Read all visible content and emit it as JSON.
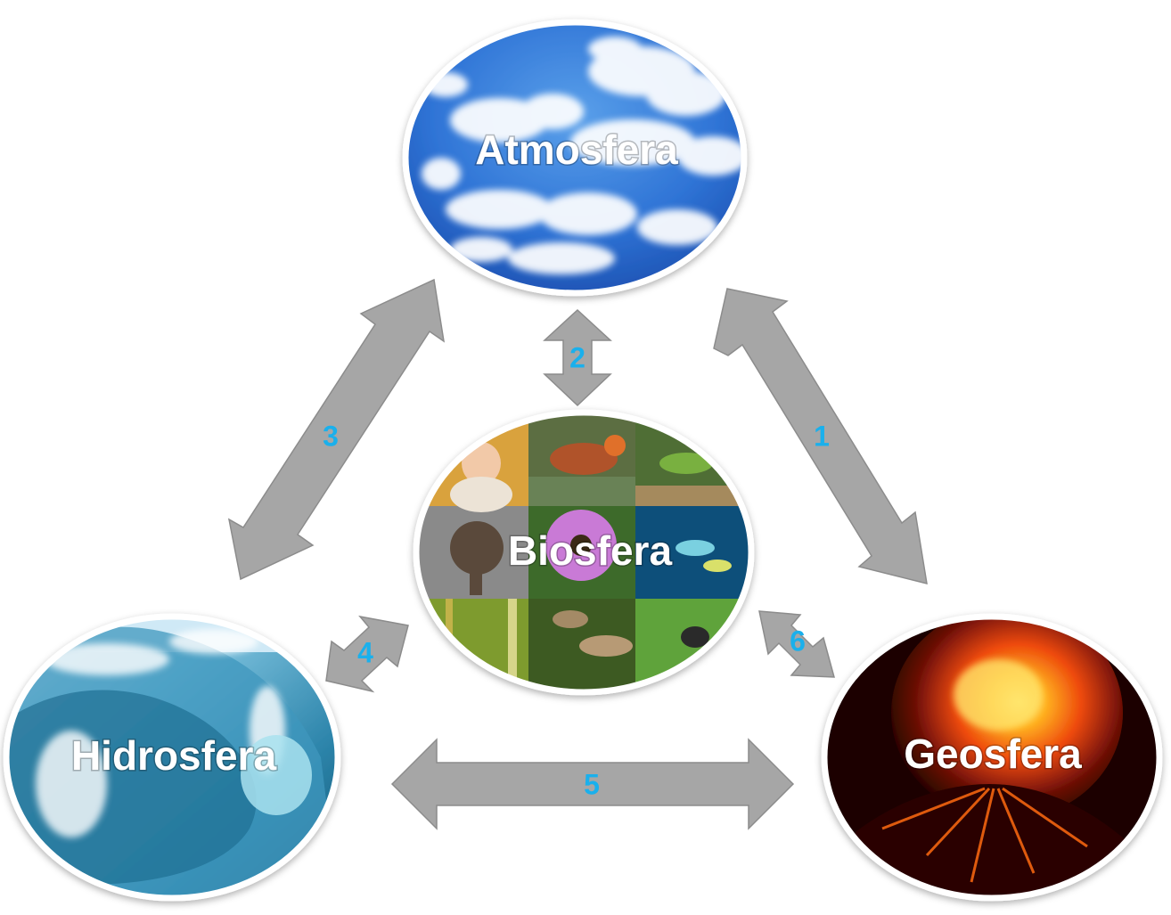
{
  "spheres": {
    "atmosphere": {
      "label": "Atmosfera"
    },
    "biosphere": {
      "label": "Biosfera"
    },
    "hydrosphere": {
      "label": "Hidrosfera"
    },
    "geosphere": {
      "label": "Geosfera"
    }
  },
  "interactions": [
    {
      "number": "1",
      "between": [
        "Atmosfera",
        "Geosfera"
      ]
    },
    {
      "number": "2",
      "between": [
        "Atmosfera",
        "Biosfera"
      ]
    },
    {
      "number": "3",
      "between": [
        "Atmosfera",
        "Hidrosfera"
      ]
    },
    {
      "number": "4",
      "between": [
        "Hidrosfera",
        "Biosfera"
      ]
    },
    {
      "number": "5",
      "between": [
        "Hidrosfera",
        "Geosfera"
      ]
    },
    {
      "number": "6",
      "between": [
        "Biosfera",
        "Geosfera"
      ]
    }
  ],
  "colors": {
    "arrow_fill": "#a6a6a6",
    "number_text": "#1ab0ec",
    "label_text": "#ffffff"
  }
}
